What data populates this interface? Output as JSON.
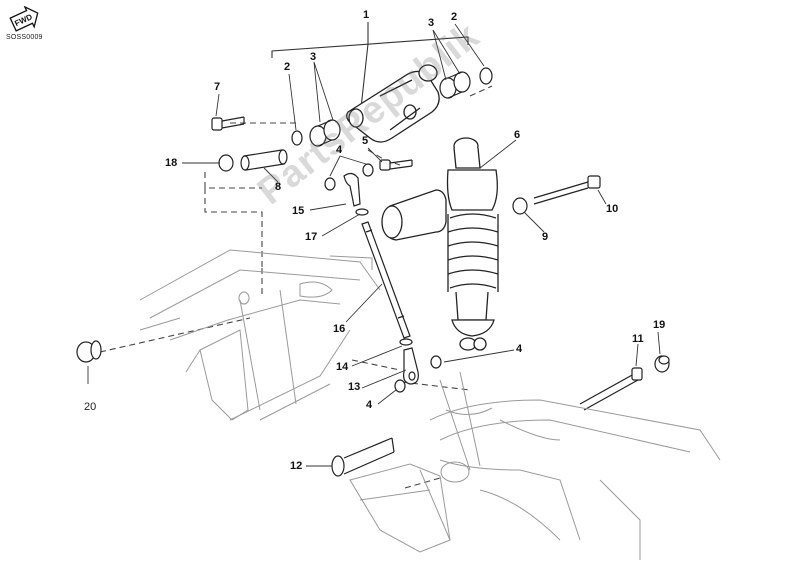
{
  "diagram": {
    "code": "SOSS0009",
    "fwd_badge": "FWD",
    "watermark": "PartsRepublik",
    "callouts": [
      {
        "id": "c1",
        "text": "1"
      },
      {
        "id": "c2a",
        "text": "2"
      },
      {
        "id": "c3a",
        "text": "3"
      },
      {
        "id": "c2b",
        "text": "2"
      },
      {
        "id": "c3b",
        "text": "3"
      },
      {
        "id": "c7",
        "text": "7"
      },
      {
        "id": "c5",
        "text": "5"
      },
      {
        "id": "c6",
        "text": "6"
      },
      {
        "id": "c4a",
        "text": "4"
      },
      {
        "id": "c18",
        "text": "18"
      },
      {
        "id": "c8",
        "text": "8"
      },
      {
        "id": "c15",
        "text": "15"
      },
      {
        "id": "c17",
        "text": "17"
      },
      {
        "id": "c10",
        "text": "10"
      },
      {
        "id": "c9",
        "text": "9"
      },
      {
        "id": "c16",
        "text": "16"
      },
      {
        "id": "c19",
        "text": "19"
      },
      {
        "id": "c11",
        "text": "11"
      },
      {
        "id": "c4b",
        "text": "4"
      },
      {
        "id": "c14",
        "text": "14"
      },
      {
        "id": "c13",
        "text": "13"
      },
      {
        "id": "c4c",
        "text": "4"
      },
      {
        "id": "c20",
        "text": "20"
      },
      {
        "id": "c12",
        "text": "12"
      }
    ]
  }
}
